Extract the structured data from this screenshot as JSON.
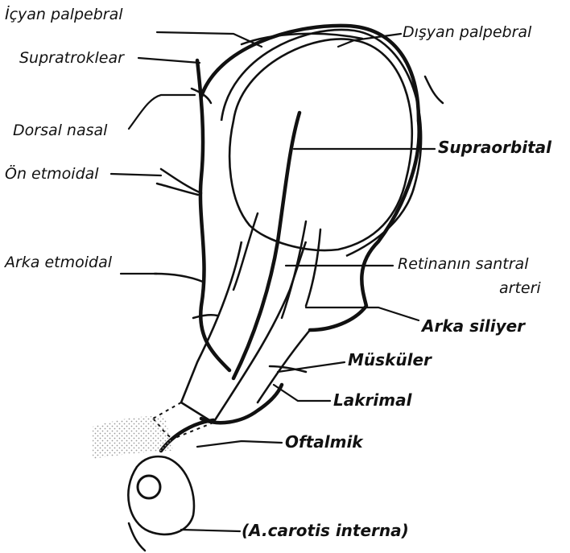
{
  "diagram": {
    "labels": {
      "icyan_palpebral": "İçyan palpebral",
      "supratroklear": "Supratroklear",
      "dorsal_nasal": "Dorsal nasal",
      "on_etmoidal": "Ön etmoidal",
      "arka_etmoidal": "Arka etmoidal",
      "disyan_palpebral": "Dışyan palpebral",
      "supraorbital": "Supraorbital",
      "retina_line1": "Retinanın santral",
      "retina_line2": "arteri",
      "arka_siliyer": "Arka siliyer",
      "muskuler": "Müsküler",
      "lakrimal": "Lakrimal",
      "oftalmik": "Oftalmik",
      "carotis": "(A.carotis interna)"
    },
    "colors": {
      "ink": "#111111",
      "stipple": "#9a9a9a",
      "background": "#ffffff"
    }
  }
}
